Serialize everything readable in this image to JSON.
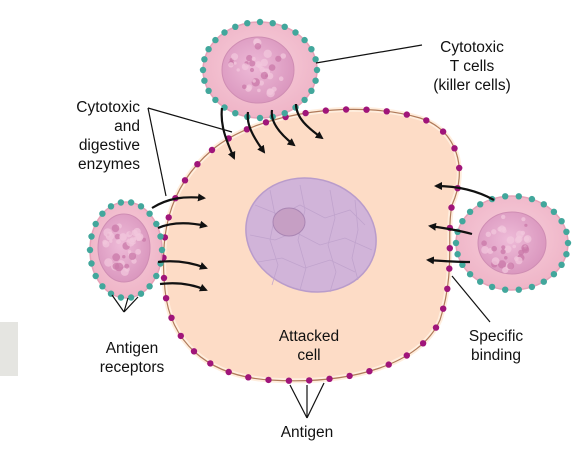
{
  "colors": {
    "attacked_cell": "#fddcc6",
    "attacked_cell_edge": "#ffe9d8",
    "membrane": "#b07a5a",
    "antigen_dot": "#a0157a",
    "nucleus": "#d1b4d9",
    "nucleus_edge": "#b99ccb",
    "nucleolus": "#c69fc4",
    "t_cell": "#f3bfd0",
    "t_cell_edge": "#e7a2b8",
    "t_cell_nucleus": "#e4a6c9",
    "receptor_dot": "#42a79c",
    "side_tab": "#e5e5e1"
  },
  "labels": {
    "t_cells": [
      "Cytotoxic",
      "T cells",
      "(killer cells)"
    ],
    "enzymes": [
      "Cytotoxic",
      "and",
      "digestive",
      "enzymes"
    ],
    "attacked_cell": [
      "Attacked",
      "cell"
    ],
    "antigen_receptors": [
      "Antigen",
      "receptors"
    ],
    "specific_binding": [
      "Specific",
      "binding"
    ],
    "antigen": "Antigen"
  },
  "icons": {
    "arrow": "curved-arrow-icon"
  }
}
